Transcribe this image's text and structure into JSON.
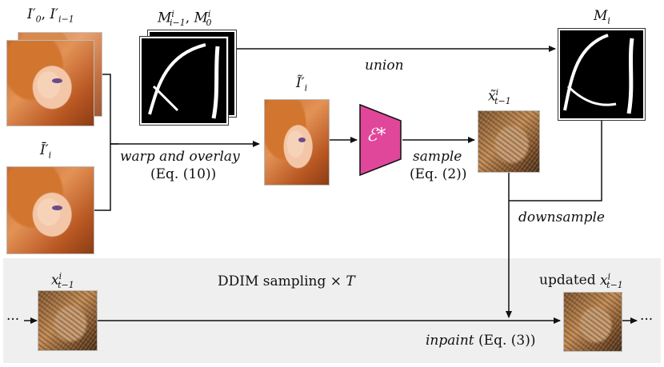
{
  "labels": {
    "I0_prev_a": "I′",
    "I0_prev_sub0": "0",
    "I0_prev_sep": ", ",
    "I0_prev_b": "I′",
    "I0_prev_sub1": "i−1",
    "Ibar_a": "Ī′",
    "Ibar_sub": "i",
    "M_prev_a": "M",
    "M_prev_sup_a": "i",
    "M_prev_sub_a": "i−1",
    "M_prev_sep": ", ",
    "M_prev_b": "M",
    "M_prev_sup_b": "i",
    "M_prev_sub_b": "0",
    "Itilde_a": "Ĩ′",
    "Itilde_sub": "i",
    "Mi_a": "M",
    "Mi_sub": "i",
    "xtilde_a": "x̃",
    "xtilde_sup": "i",
    "xtilde_sub": "t−1",
    "x_a": "x",
    "x_sup": "i",
    "x_sub": "t−1",
    "updated": "updated ",
    "ux_a": "x",
    "ux_sup": "i",
    "ux_sub": "t−1",
    "encoder": "ℰ*",
    "union": "union",
    "warp_line1": "warp and overlay",
    "warp_line2": "(Eq. (10))",
    "sample_line1": "sample",
    "sample_line2": "(Eq. (2))",
    "downsample": "downsample",
    "ddim_text": "DDIM sampling × ",
    "ddim_T": "T",
    "inpaint_it": "inpaint",
    "inpaint_eq": " (Eq. (3))",
    "dots_left": "···",
    "dots_right": "···"
  },
  "colors": {
    "encoder_fill": "#e0479a",
    "band_bg": "#efefef",
    "line": "#111111"
  }
}
